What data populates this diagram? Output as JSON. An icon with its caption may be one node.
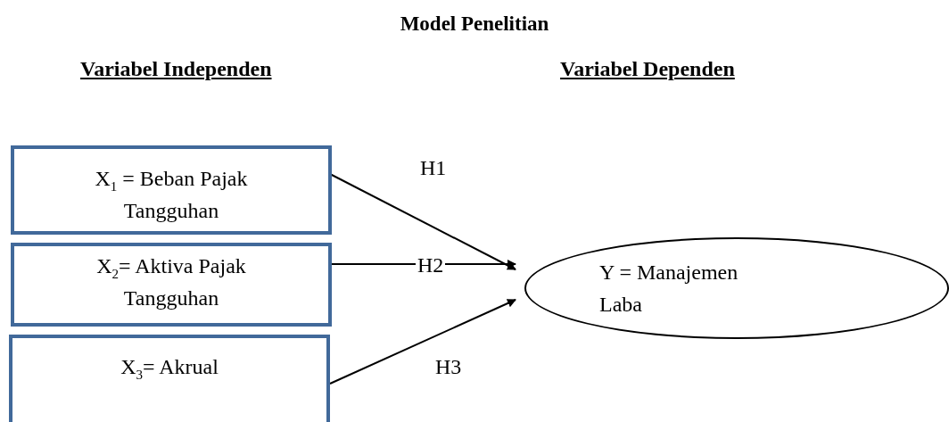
{
  "diagram": {
    "title": "Model Penelitian",
    "nodes": [
      {
        "text": [
          "X$_{1}$ = Beban Pajak Tangguhan"
        ]
      },
      {
        "text": [
          "X$_{2}$= Aktiva Pajak Tangguhan"
        ]
      },
      {
        "text": [
          "X$_{3}$= Akrual"
        ]
      },
      {
        "text": [
          "Y = Manajemen Laba"
        ]
      }
    ],
    "edges": [
      {
        "from": 0,
        "to": 3,
        "arrow": "to",
        "label": "H1"
      },
      {
        "from": 1,
        "to": 3,
        "arrow": "to",
        "label": "H2"
      },
      {
        "from": 2,
        "to": 3,
        "arrow": "to",
        "label": "H3"
      }
    ],
    "labels": [
      "Variabel Independen",
      "Variabel Dependen"
    ]
  }
}
